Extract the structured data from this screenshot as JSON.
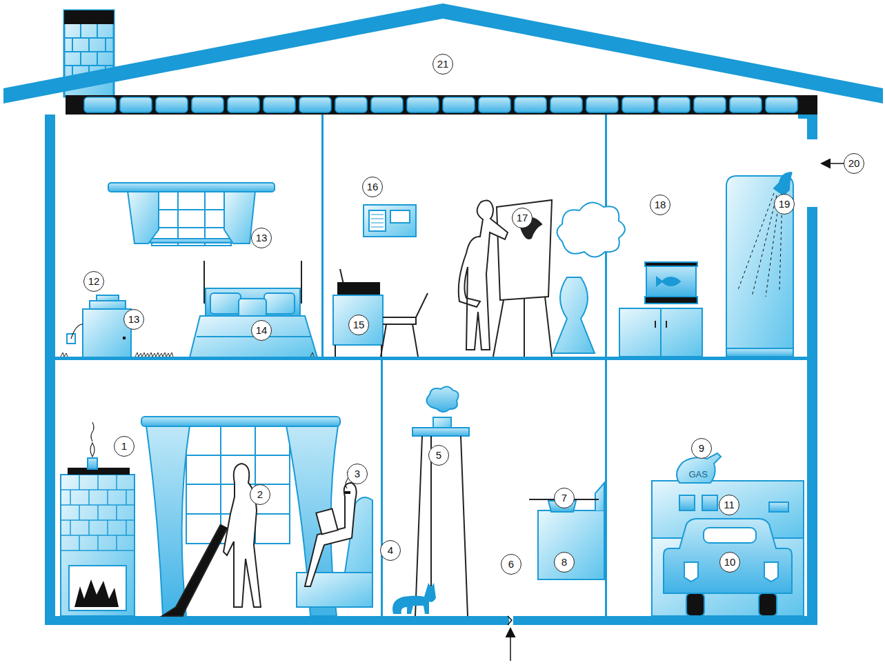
{
  "diagram": {
    "labels": [
      "21",
      "20",
      "16",
      "17",
      "18",
      "19",
      "13",
      "12",
      "13",
      "14",
      "15",
      "1",
      "3",
      "2",
      "5",
      "9",
      "GAS",
      "7",
      "4",
      "11",
      "8",
      "10",
      "6"
    ]
  }
}
